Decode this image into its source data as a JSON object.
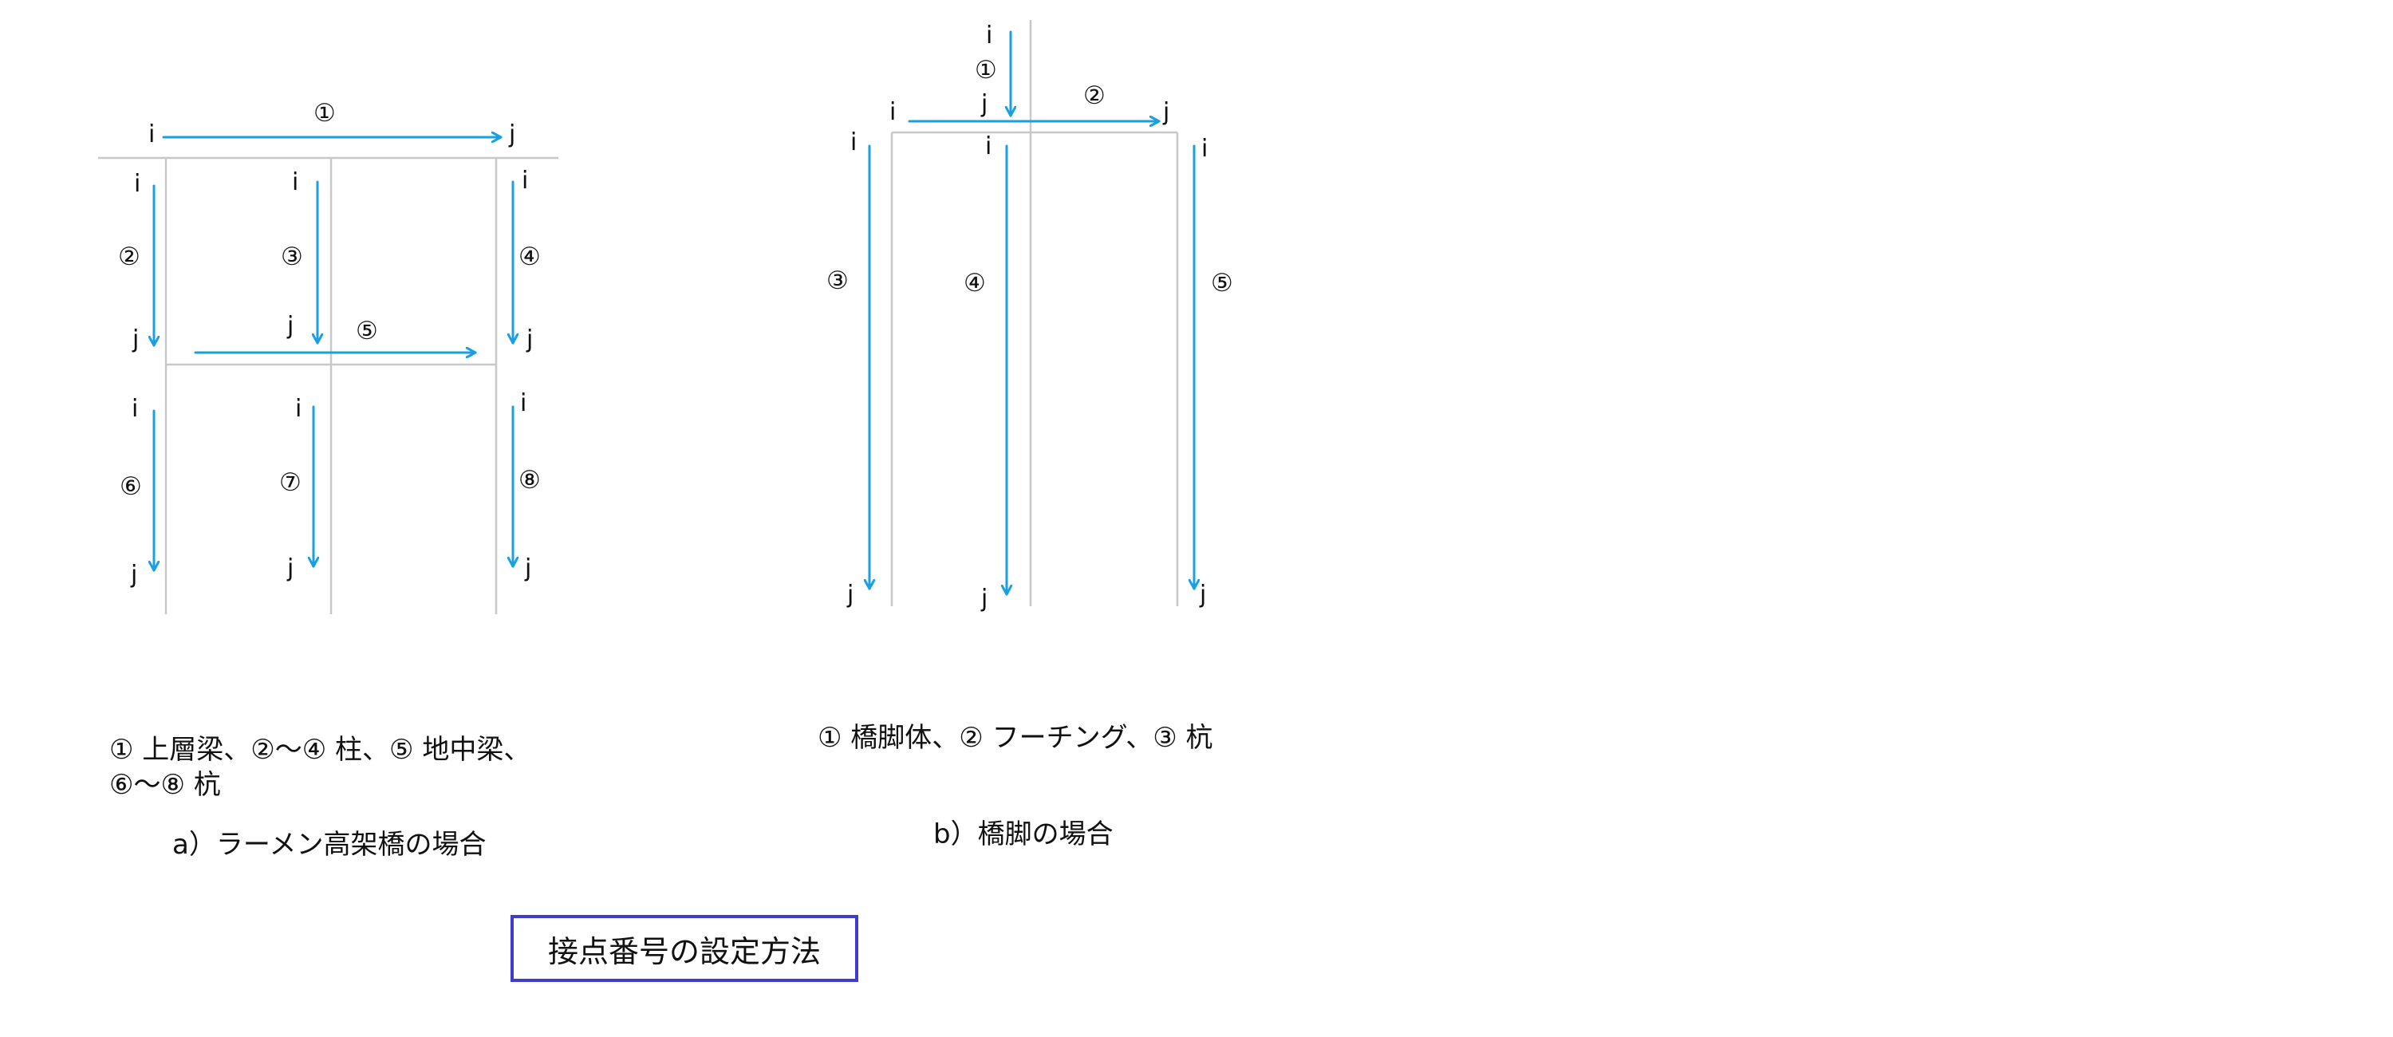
{
  "node_labels": {
    "start": "i",
    "end": "j"
  },
  "diagram_a": {
    "members": {
      "m1": "①",
      "m2": "②",
      "m3": "③",
      "m4": "④",
      "m5": "⑤",
      "m6": "⑥",
      "m7": "⑦",
      "m8": "⑧"
    },
    "legend_line1": "① 上層梁、②～④ 柱、⑤ 地中梁、",
    "legend_line2": "⑥～⑧ 杭",
    "caption": "a）ラーメン高架橋の場合"
  },
  "diagram_b": {
    "members": {
      "m1": "①",
      "m2": "②",
      "m3": "③",
      "m4": "④",
      "m5": "⑤"
    },
    "legend": "① 橋脚体、② フーチング、③ 杭",
    "caption": "b）橋脚の場合"
  },
  "title": "接点番号の設定方法",
  "colors": {
    "arrow": "#1aa0e0",
    "frame": "#c8c8c8",
    "title_border": "#3d3dcc"
  }
}
